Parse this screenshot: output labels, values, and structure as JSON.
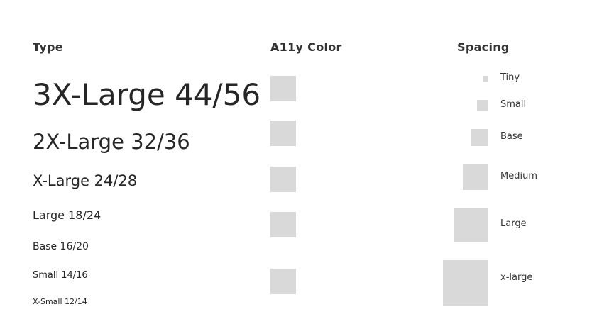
{
  "sections": {
    "type_heading": "Type",
    "color_heading": "A11y Color",
    "spacing_heading": "Spacing"
  },
  "type_scale": [
    {
      "label": "3X-Large 44/56"
    },
    {
      "label": "2X-Large 32/36"
    },
    {
      "label": "X-Large 24/28"
    },
    {
      "label": "Large 18/24"
    },
    {
      "label": "Base 16/20"
    },
    {
      "label": "Small 14/16"
    },
    {
      "label": "X-Small 12/14"
    }
  ],
  "a11y_colors": {
    "swatch_color": "#d9d9d9",
    "count": 5
  },
  "spacing_scale": [
    {
      "label": "Tiny"
    },
    {
      "label": "Small"
    },
    {
      "label": "Base"
    },
    {
      "label": "Medium"
    },
    {
      "label": "Large"
    },
    {
      "label": "x-large"
    }
  ]
}
